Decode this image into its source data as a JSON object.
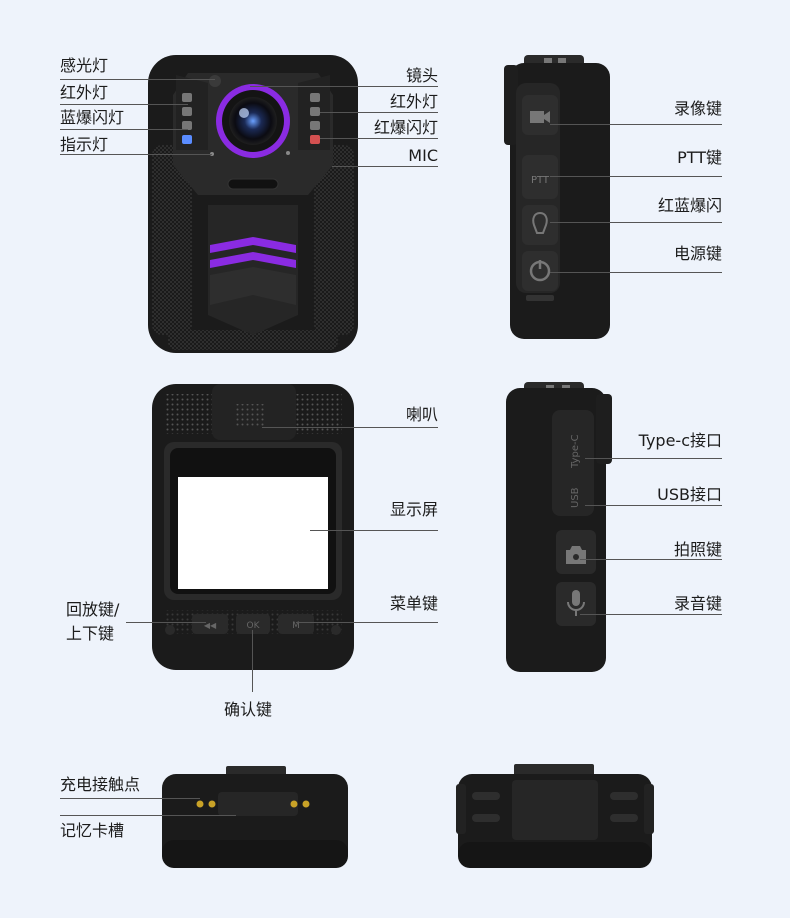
{
  "front_view": {
    "labels_left": [
      "感光灯",
      "红外灯",
      "蓝爆闪灯",
      "指示灯"
    ],
    "labels_right": [
      "镜头",
      "红外灯",
      "红爆闪灯",
      "MIC"
    ]
  },
  "side_view_right": {
    "labels": [
      "录像键",
      "PTT键",
      "红蓝爆闪",
      "电源键"
    ],
    "ptt_key_text": "PTT"
  },
  "back_view": {
    "labels_right": [
      "喇叭",
      "显示屏",
      "菜单键"
    ],
    "label_left": [
      "回放键/",
      "上下键"
    ],
    "label_bottom": "确认键",
    "button_ok": "OK",
    "button_m": "M",
    "button_prev": "◀◀"
  },
  "side_view_left": {
    "labels": [
      "Type-c接口",
      "USB接口",
      "拍照键",
      "录音键"
    ],
    "port_text_typec": "Type-C",
    "port_text_usb": "USB"
  },
  "bottom_view": {
    "labels": [
      "充电接触点",
      "记忆卡槽"
    ]
  },
  "colors": {
    "background": "#eef3fb",
    "body": "#1e1e1e",
    "accent_purple": "#8a2be2"
  }
}
